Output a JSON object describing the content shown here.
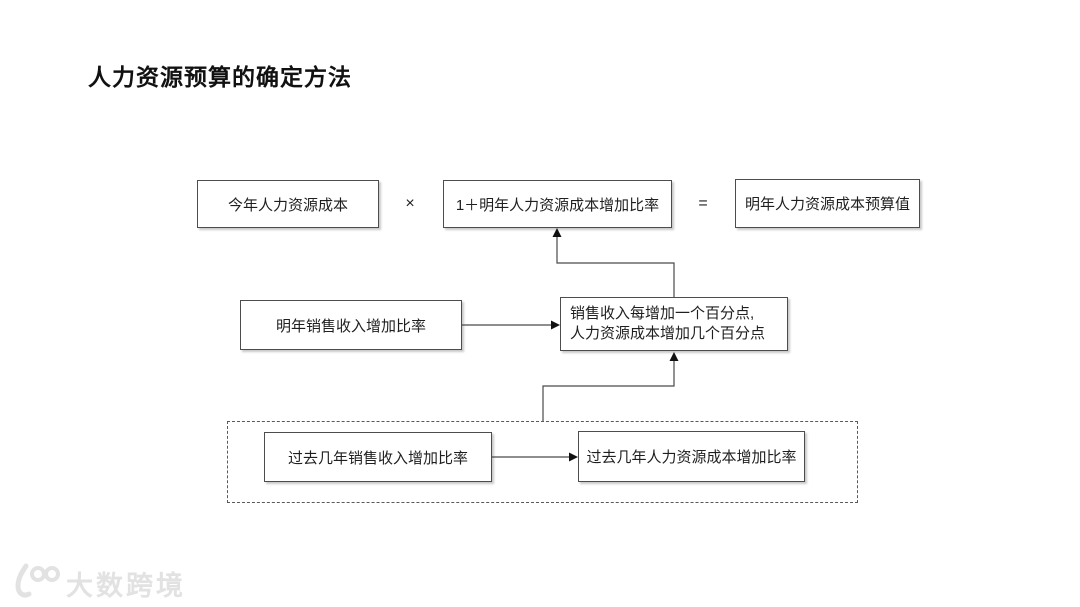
{
  "title": "人力资源预算的确定方法",
  "formula_row": {
    "operand1": "今年人力资源成本",
    "operator_multiply": "×",
    "operand2": "1＋明年人力资源成本增加比率",
    "operator_equals": "=",
    "result": "明年人力资源成本预算值"
  },
  "middle_row": {
    "source": "明年销售收入增加比率",
    "target_line1": "销售收入每增加一个百分点,",
    "target_line2": "人力资源成本增加几个百分点"
  },
  "history_group": {
    "source": "过去几年销售收入增加比率",
    "target": "过去几年人力资源成本增加比率"
  },
  "watermark": {
    "brand": "大数跨境"
  },
  "colors": {
    "background": "#ffffff",
    "box_border": "#4d4d4d",
    "connector_line": "#4a4a4a",
    "text": "#1f1f1f",
    "watermark": "#e2e2e2"
  }
}
